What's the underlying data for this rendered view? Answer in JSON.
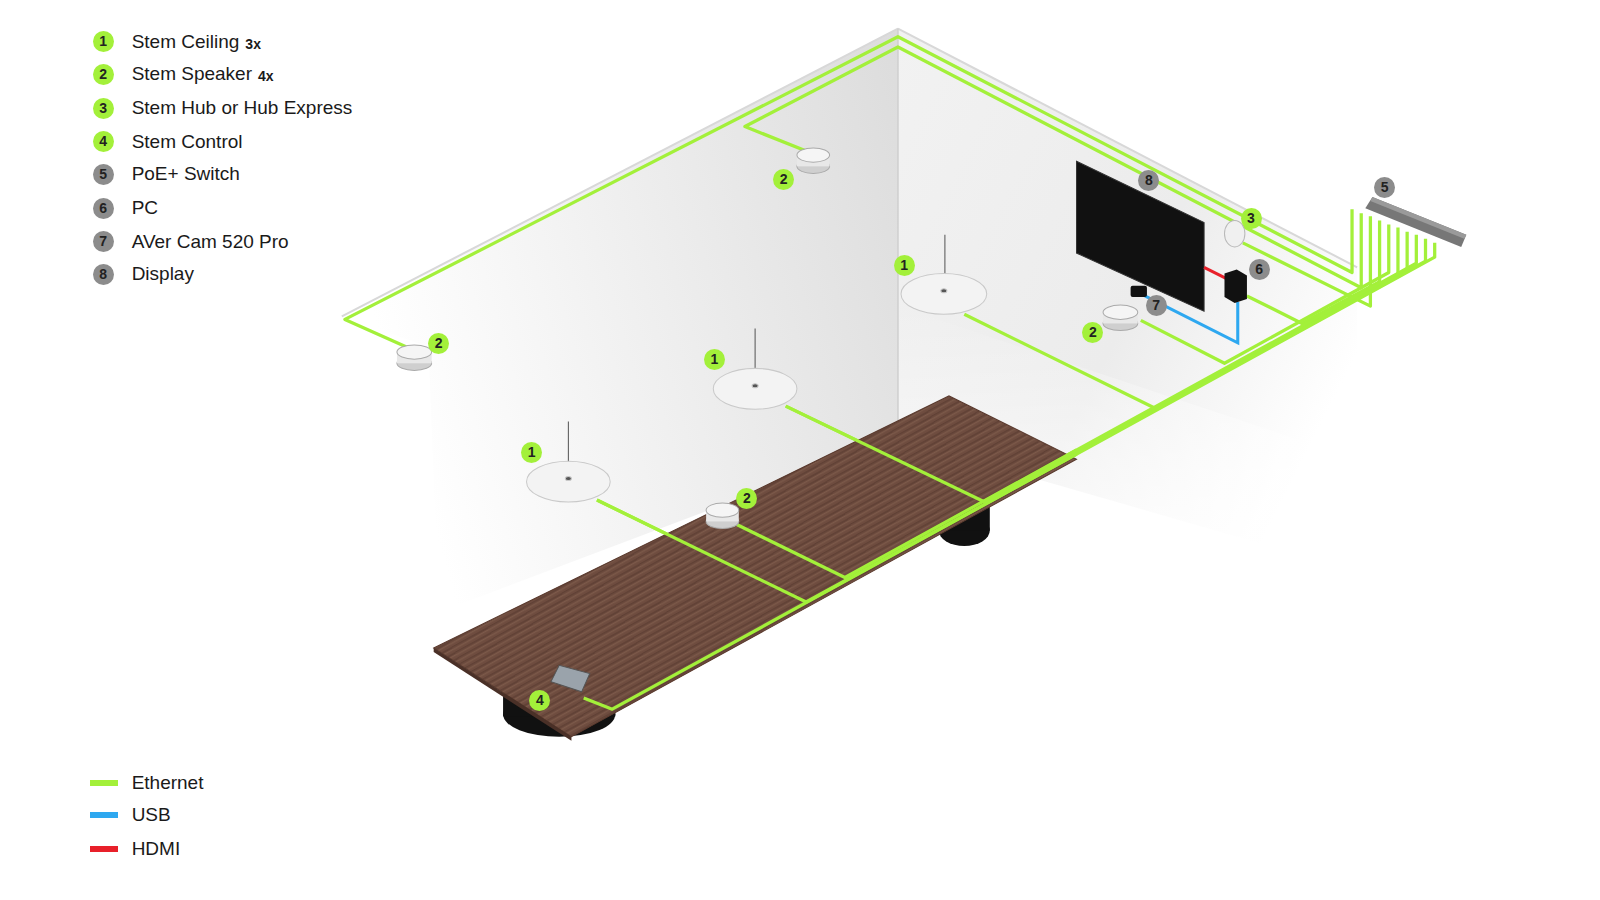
{
  "diagram": {
    "labels": [
      "1",
      "Stem Ceiling",
      "3x",
      "2",
      "Stem Speaker",
      "4x",
      "3",
      "Stem Hub or Hub Express",
      "4",
      "Stem Control",
      "5",
      "PoE+ Switch",
      "6",
      "PC",
      "7",
      "AVer Cam 520 Pro",
      "8",
      "Display",
      "2",
      "8",
      "5",
      "3",
      "1",
      "6",
      "7",
      "2",
      "2",
      "1",
      "1",
      "2",
      "4"
    ],
    "legend": [
      {
        "text": "Ethernet",
        "color": "#a3f03a"
      },
      {
        "text": "USB",
        "color": "#2ea8f0"
      },
      {
        "text": "HDMI",
        "color": "#e8202a"
      }
    ]
  }
}
